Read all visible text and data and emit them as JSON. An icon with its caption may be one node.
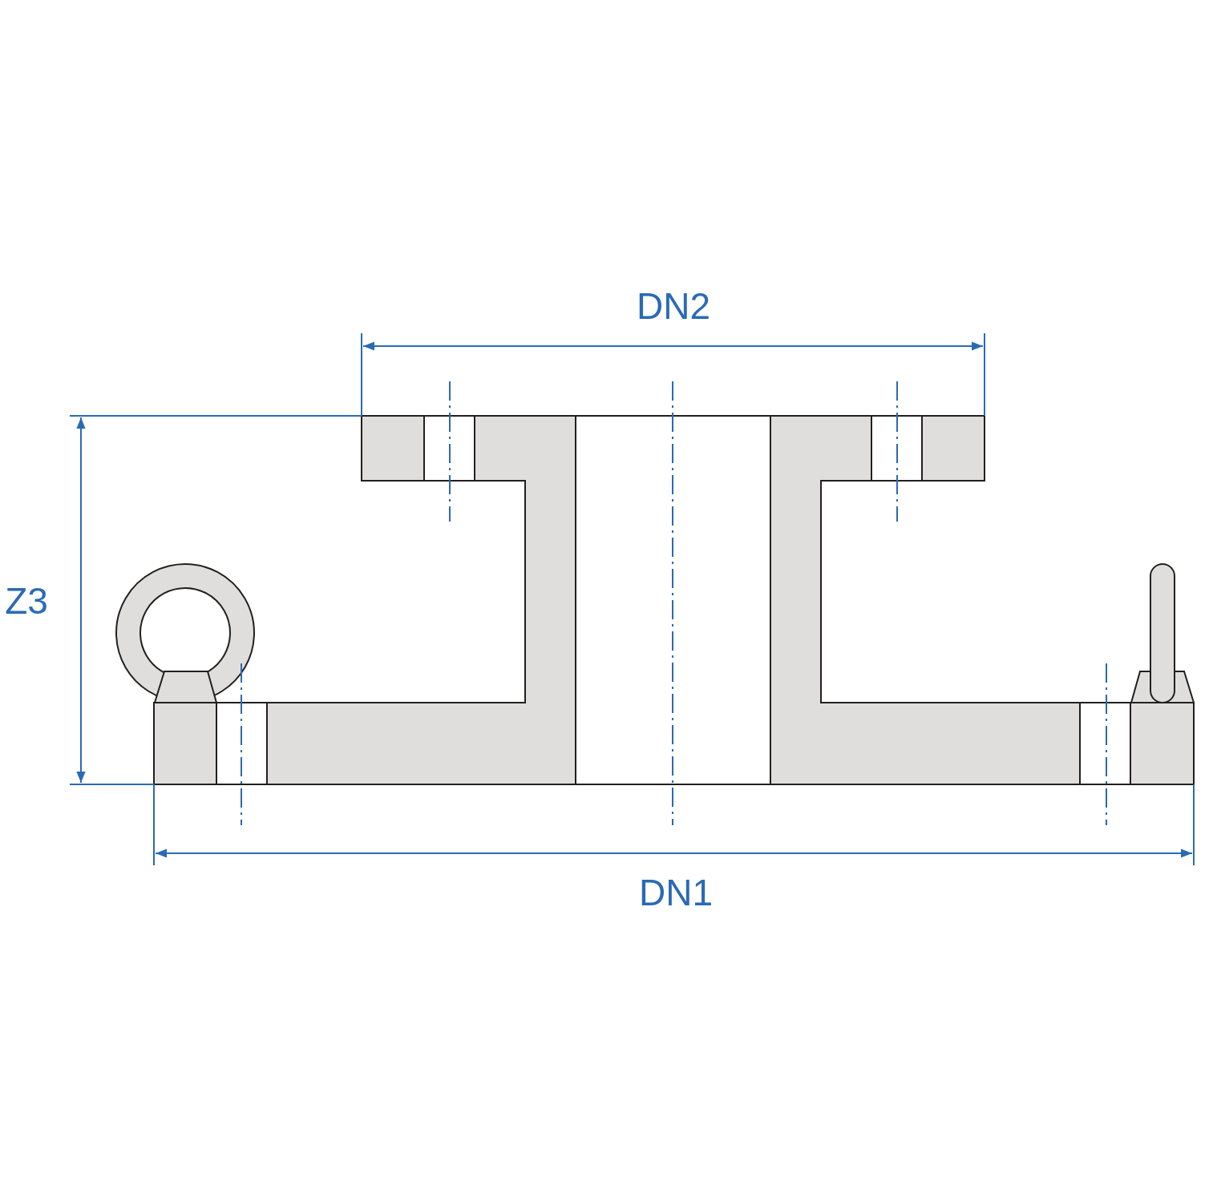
{
  "diagram": {
    "labels": [
      "DN2",
      "Z3",
      "DN1"
    ]
  }
}
